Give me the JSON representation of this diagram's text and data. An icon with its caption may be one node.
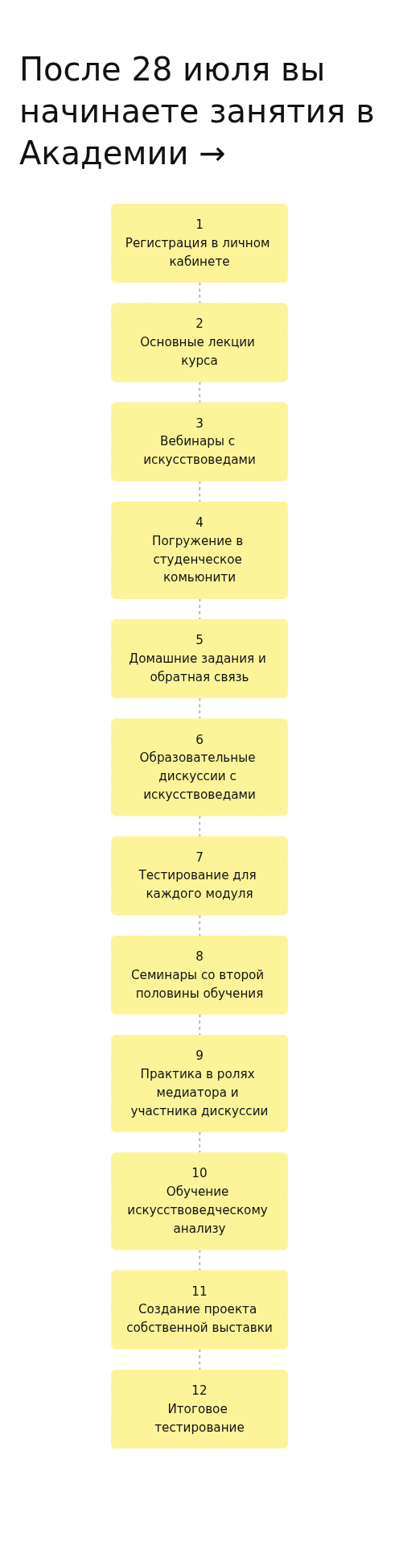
{
  "diagram": {
    "title": "После 28 июля вы начинаете занятия в Академии →",
    "nodes": [
      {
        "text": [
          "1",
          "Регистрация в личном кабинете"
        ]
      },
      {
        "text": [
          "2",
          "Основные лекции курса"
        ]
      },
      {
        "text": [
          "3",
          "Вебинары с искусствоведами"
        ]
      },
      {
        "text": [
          "4",
          "Погружение в студенческое комьюнити"
        ]
      },
      {
        "text": [
          "5",
          "Домашние задания и обратная связь"
        ]
      },
      {
        "text": [
          "6",
          "Образовательные дискуссии с искусствоведами"
        ]
      },
      {
        "text": [
          "7",
          "Тестирование для каждого модуля"
        ]
      },
      {
        "text": [
          "8",
          "Семинары со второй половины обучения"
        ]
      },
      {
        "text": [
          "9",
          "Практика в ролях медиатора и участника дискуссии"
        ]
      },
      {
        "text": [
          "10",
          "Обучение искусствоведческому анализу"
        ]
      },
      {
        "text": [
          "11",
          "Создание проекта собственной выставки"
        ]
      },
      {
        "text": [
          "12",
          "Итоговое тестирование"
        ]
      }
    ],
    "edges": [
      {
        "from": 0,
        "to": 1,
        "arrow": "none",
        "style": "dashed"
      },
      {
        "from": 1,
        "to": 2,
        "arrow": "none",
        "style": "dashed"
      },
      {
        "from": 2,
        "to": 3,
        "arrow": "none",
        "style": "dashed"
      },
      {
        "from": 3,
        "to": 4,
        "arrow": "none",
        "style": "dashed"
      },
      {
        "from": 4,
        "to": 5,
        "arrow": "none",
        "style": "dashed"
      },
      {
        "from": 5,
        "to": 6,
        "arrow": "none",
        "style": "dashed"
      },
      {
        "from": 6,
        "to": 7,
        "arrow": "none",
        "style": "dashed"
      },
      {
        "from": 7,
        "to": 8,
        "arrow": "none",
        "style": "dashed"
      },
      {
        "from": 8,
        "to": 9,
        "arrow": "none",
        "style": "dashed"
      },
      {
        "from": 9,
        "to": 10,
        "arrow": "none",
        "style": "dashed"
      },
      {
        "from": 10,
        "to": 11,
        "arrow": "none",
        "style": "dashed"
      }
    ]
  }
}
